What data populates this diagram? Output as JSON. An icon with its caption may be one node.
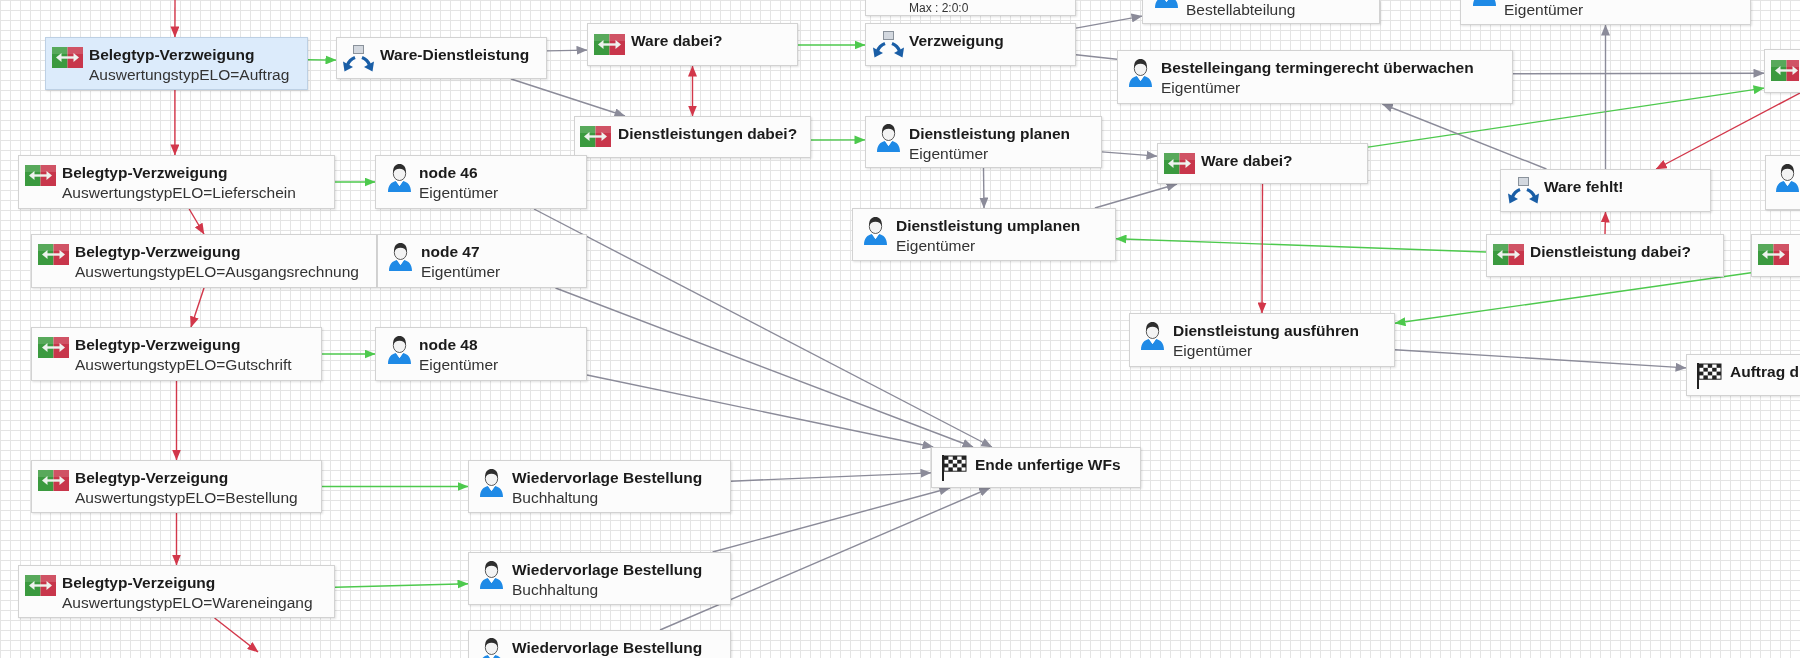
{
  "diagram": {
    "nodes": [
      {
        "text": [
          "Max : 2:0:0"
        ]
      },
      {
        "text": [
          "Bestellabteilung"
        ]
      },
      {
        "text": [
          "Eigentümer"
        ]
      },
      {
        "text": [
          "Belegtyp-Verzweigung",
          "AuswertungstypELO=Auftrag"
        ]
      },
      {
        "text": [
          "Ware-Dienstleistung"
        ]
      },
      {
        "text": [
          "Ware dabei?"
        ]
      },
      {
        "text": [
          "Verzweigung"
        ]
      },
      {
        "text": [
          "Bestelleingang termingerecht überwachen",
          "Eigentümer"
        ]
      },
      {
        "text": [],
        "shape": "box"
      },
      {
        "text": [
          "Dienstleistungen dabei?"
        ]
      },
      {
        "text": [
          "Dienstleistung planen",
          "Eigentümer"
        ]
      },
      {
        "text": [
          "Ware dabei?"
        ]
      },
      {
        "text": [],
        "shape": "box"
      },
      {
        "text": [
          "Belegtyp-Verzweigung",
          "AuswertungstypELO=Lieferschein"
        ]
      },
      {
        "text": [
          "node 46",
          "Eigentümer"
        ]
      },
      {
        "text": [
          "Ware fehlt!"
        ]
      },
      {
        "text": [
          "Dienstleistung umplanen",
          "Eigentümer"
        ]
      },
      {
        "text": [
          "Dienstleistung dabei?"
        ]
      },
      {
        "text": [],
        "shape": "box"
      },
      {
        "text": [
          "Belegtyp-Verzweigung",
          "AuswertungstypELO=Ausgangsrechnung"
        ]
      },
      {
        "text": [
          "node 47",
          "Eigentümer"
        ]
      },
      {
        "text": [
          "Dienstleistung ausführen",
          "Eigentümer"
        ]
      },
      {
        "text": [
          "Belegtyp-Verzweigung",
          "AuswertungstypELO=Gutschrift"
        ]
      },
      {
        "text": [
          "node 48",
          "Eigentümer"
        ]
      },
      {
        "text": [
          "Auftrag d"
        ]
      },
      {
        "text": [
          "Ende unfertige WFs"
        ]
      },
      {
        "text": [
          "Belegtyp-Verzeigung",
          "AuswertungstypELO=Bestellung"
        ]
      },
      {
        "text": [
          "Wiedervorlage Bestellung",
          "Buchhaltung"
        ]
      },
      {
        "text": [
          "Wiedervorlage Bestellung",
          "Buchhaltung"
        ]
      },
      {
        "text": [
          "Belegtyp-Verzeigung",
          "AuswertungstypELO=Wareneingang"
        ]
      },
      {
        "text": [
          "Wiedervorlage Bestellung"
        ]
      }
    ],
    "edges": [
      {
        "from": null,
        "to": 3,
        "arrow": "to",
        "color": "#d2374a"
      },
      {
        "from": 3,
        "to": 4,
        "arrow": "to",
        "color": "#4dc94d"
      },
      {
        "from": 4,
        "to": 5,
        "arrow": "to"
      },
      {
        "from": 4,
        "to": 9,
        "arrow": "to"
      },
      {
        "from": 5,
        "to": 6,
        "arrow": "to",
        "color": "#4dc94d"
      },
      {
        "from": 5,
        "to": 9,
        "arrow": "both",
        "color": "#d2374a"
      },
      {
        "from": 6,
        "to": 1,
        "arrow": "to"
      },
      {
        "from": 6,
        "to": 7,
        "arrow": "none"
      },
      {
        "from": 7,
        "to": 8,
        "arrow": "to"
      },
      {
        "from": 9,
        "to": 10,
        "arrow": "to",
        "color": "#4dc94d"
      },
      {
        "from": 10,
        "to": 11,
        "arrow": "to"
      },
      {
        "from": 10,
        "to": 16,
        "arrow": "to"
      },
      {
        "from": 16,
        "to": 11,
        "arrow": "to"
      },
      {
        "from": 11,
        "to": 8,
        "arrow": "to",
        "color": "#4dc94d"
      },
      {
        "from": 8,
        "to": 15,
        "arrow": "to",
        "color": "#d2374a"
      },
      {
        "from": 15,
        "to": 2,
        "arrow": "to"
      },
      {
        "from": 15,
        "to": 7,
        "arrow": "to"
      },
      {
        "from": 17,
        "to": 15,
        "arrow": "to",
        "color": "#d2374a"
      },
      {
        "from": 17,
        "to": 16,
        "arrow": "to",
        "color": "#4dc94d"
      },
      {
        "from": 11,
        "to": 21,
        "arrow": "to",
        "color": "#d2374a"
      },
      {
        "from": 18,
        "to": 21,
        "arrow": "to",
        "color": "#4dc94d"
      },
      {
        "from": 21,
        "to": 24,
        "arrow": "to"
      },
      {
        "from": 3,
        "to": 13,
        "arrow": "to",
        "color": "#d2374a"
      },
      {
        "from": 13,
        "to": 14,
        "arrow": "to",
        "color": "#4dc94d"
      },
      {
        "from": 13,
        "to": 19,
        "arrow": "to",
        "color": "#d2374a"
      },
      {
        "from": 19,
        "to": 22,
        "arrow": "to",
        "color": "#d2374a"
      },
      {
        "from": 22,
        "to": 23,
        "arrow": "to",
        "color": "#4dc94d"
      },
      {
        "from": 22,
        "to": 26,
        "arrow": "to",
        "color": "#d2374a"
      },
      {
        "from": 26,
        "to": 27,
        "arrow": "to",
        "color": "#4dc94d"
      },
      {
        "from": 26,
        "to": 29,
        "arrow": "to",
        "color": "#d2374a"
      },
      {
        "from": 29,
        "to": 28,
        "arrow": "to",
        "color": "#4dc94d"
      },
      {
        "from": 29,
        "to": null,
        "arrow": "to",
        "color": "#d2374a"
      },
      {
        "from": 14,
        "to": 25,
        "arrow": "to"
      },
      {
        "from": 20,
        "to": 25,
        "arrow": "to"
      },
      {
        "from": 23,
        "to": 25,
        "arrow": "to"
      },
      {
        "from": 27,
        "to": 25,
        "arrow": "to"
      },
      {
        "from": 28,
        "to": 25,
        "arrow": "to"
      },
      {
        "from": 30,
        "to": 25,
        "arrow": "to"
      }
    ]
  }
}
